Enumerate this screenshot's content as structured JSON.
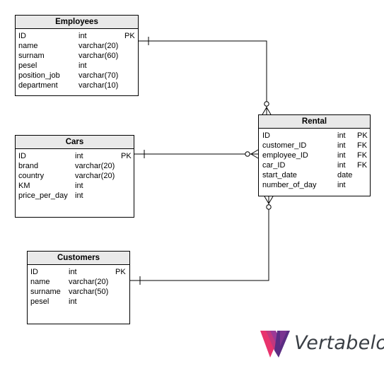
{
  "diagram": {
    "entities": {
      "employees": {
        "title": "Employees",
        "rows": [
          {
            "name": "ID",
            "type": "int",
            "key": "PK"
          },
          {
            "name": "name",
            "type": "varchar(20)",
            "key": ""
          },
          {
            "name": "surnam",
            "type": "varchar(60)",
            "key": ""
          },
          {
            "name": "pesel",
            "type": "int",
            "key": ""
          },
          {
            "name": "position_job",
            "type": "varchar(70)",
            "key": ""
          },
          {
            "name": "department",
            "type": "varchar(10)",
            "key": ""
          }
        ]
      },
      "cars": {
        "title": "Cars",
        "rows": [
          {
            "name": "ID",
            "type": "int",
            "key": "PK"
          },
          {
            "name": "brand",
            "type": "varchar(20)",
            "key": ""
          },
          {
            "name": "country",
            "type": "varchar(20)",
            "key": ""
          },
          {
            "name": "KM",
            "type": "int",
            "key": ""
          },
          {
            "name": "price_per_day",
            "type": "int",
            "key": ""
          }
        ]
      },
      "customers": {
        "title": "Customers",
        "rows": [
          {
            "name": "ID",
            "type": "int",
            "key": "PK"
          },
          {
            "name": "name",
            "type": "varchar(20)",
            "key": ""
          },
          {
            "name": "surname",
            "type": "varchar(50)",
            "key": ""
          },
          {
            "name": "pesel",
            "type": "int",
            "key": ""
          }
        ]
      },
      "rental": {
        "title": "Rental",
        "rows": [
          {
            "name": "ID",
            "type": "int",
            "key": "PK"
          },
          {
            "name": "customer_ID",
            "type": "int",
            "key": "FK"
          },
          {
            "name": "employee_ID",
            "type": "int",
            "key": "FK"
          },
          {
            "name": "car_ID",
            "type": "int",
            "key": "FK"
          },
          {
            "name": "start_date",
            "type": "date",
            "key": ""
          },
          {
            "name": "number_of_day",
            "type": "int",
            "key": ""
          }
        ]
      }
    },
    "relationships": [
      {
        "from": "Employees",
        "to": "Rental",
        "from_cardinality": "one",
        "to_cardinality": "zero-or-many"
      },
      {
        "from": "Cars",
        "to": "Rental",
        "from_cardinality": "one",
        "to_cardinality": "zero-or-many"
      },
      {
        "from": "Customers",
        "to": "Rental",
        "from_cardinality": "one",
        "to_cardinality": "zero-or-many"
      }
    ]
  },
  "logo": {
    "text": "Vertabelo",
    "colors": [
      "#e8336d",
      "#9b3a96",
      "#5b2d83",
      "#3a3f45"
    ]
  },
  "colors": {
    "header_bg": "#e9e9e9",
    "border": "#000000",
    "line": "#000000"
  }
}
